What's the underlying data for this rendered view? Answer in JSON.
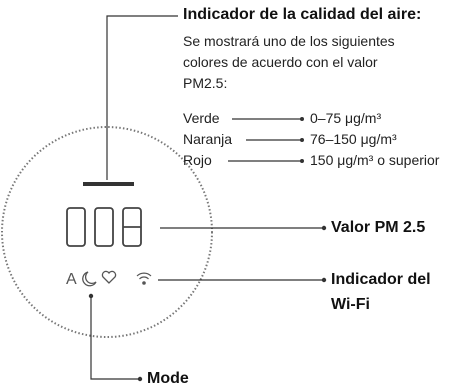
{
  "air_quality": {
    "title": "Indicador de la calidad del aire:",
    "desc_line1": "Se mostrará uno de los siguientes",
    "desc_line2": "colores de acuerdo con el valor",
    "desc_line3": "PM2.5:",
    "rows": [
      {
        "name": "Verde",
        "range": "0–75 μg/m³"
      },
      {
        "name": "Naranja",
        "range": "76–150 μg/m³"
      },
      {
        "name": "Rojo",
        "range": "150 μg/m³ o superior"
      }
    ]
  },
  "pm_value": {
    "label": "Valor PM 2.5",
    "display": "008"
  },
  "wifi": {
    "label_line1": "Indicador del",
    "label_line2": "Wi-Fi"
  },
  "mode": {
    "label": "Mode",
    "icons": [
      "A",
      "moon-icon",
      "heart-icon"
    ]
  },
  "colors": {
    "line": "#333333",
    "text": "#222222"
  }
}
